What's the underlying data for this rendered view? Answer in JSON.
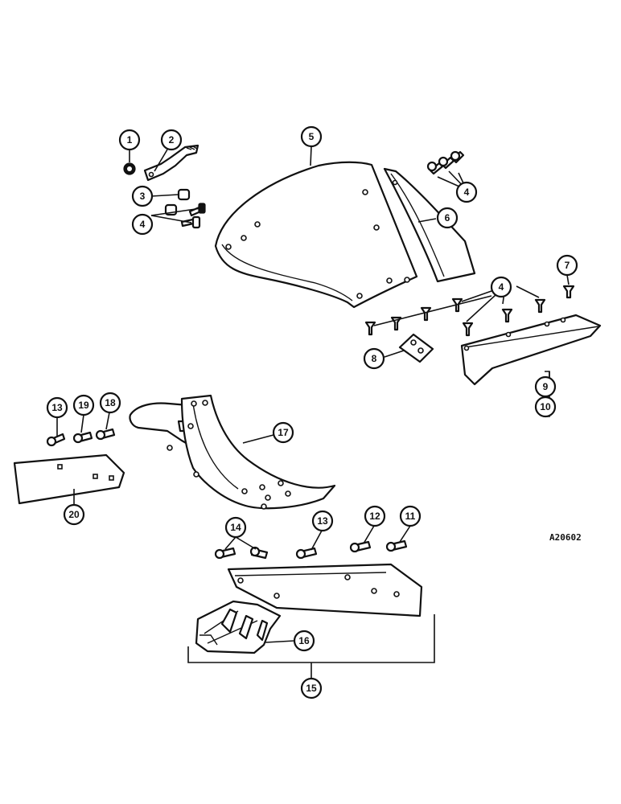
{
  "drawing": {
    "reference_code": "A20602"
  },
  "callouts": {
    "c1": "1",
    "c2": "2",
    "c3": "3",
    "c4a": "4",
    "c4b": "4",
    "c4c": "4",
    "c5": "5",
    "c6": "6",
    "c7": "7",
    "c8": "8",
    "c9": "9",
    "c10": "10",
    "c11": "11",
    "c12": "12",
    "c13a": "13",
    "c13b": "13",
    "c14": "14",
    "c15": "15",
    "c16": "16",
    "c17": "17",
    "c18": "18",
    "c19": "19",
    "c20": "20"
  }
}
